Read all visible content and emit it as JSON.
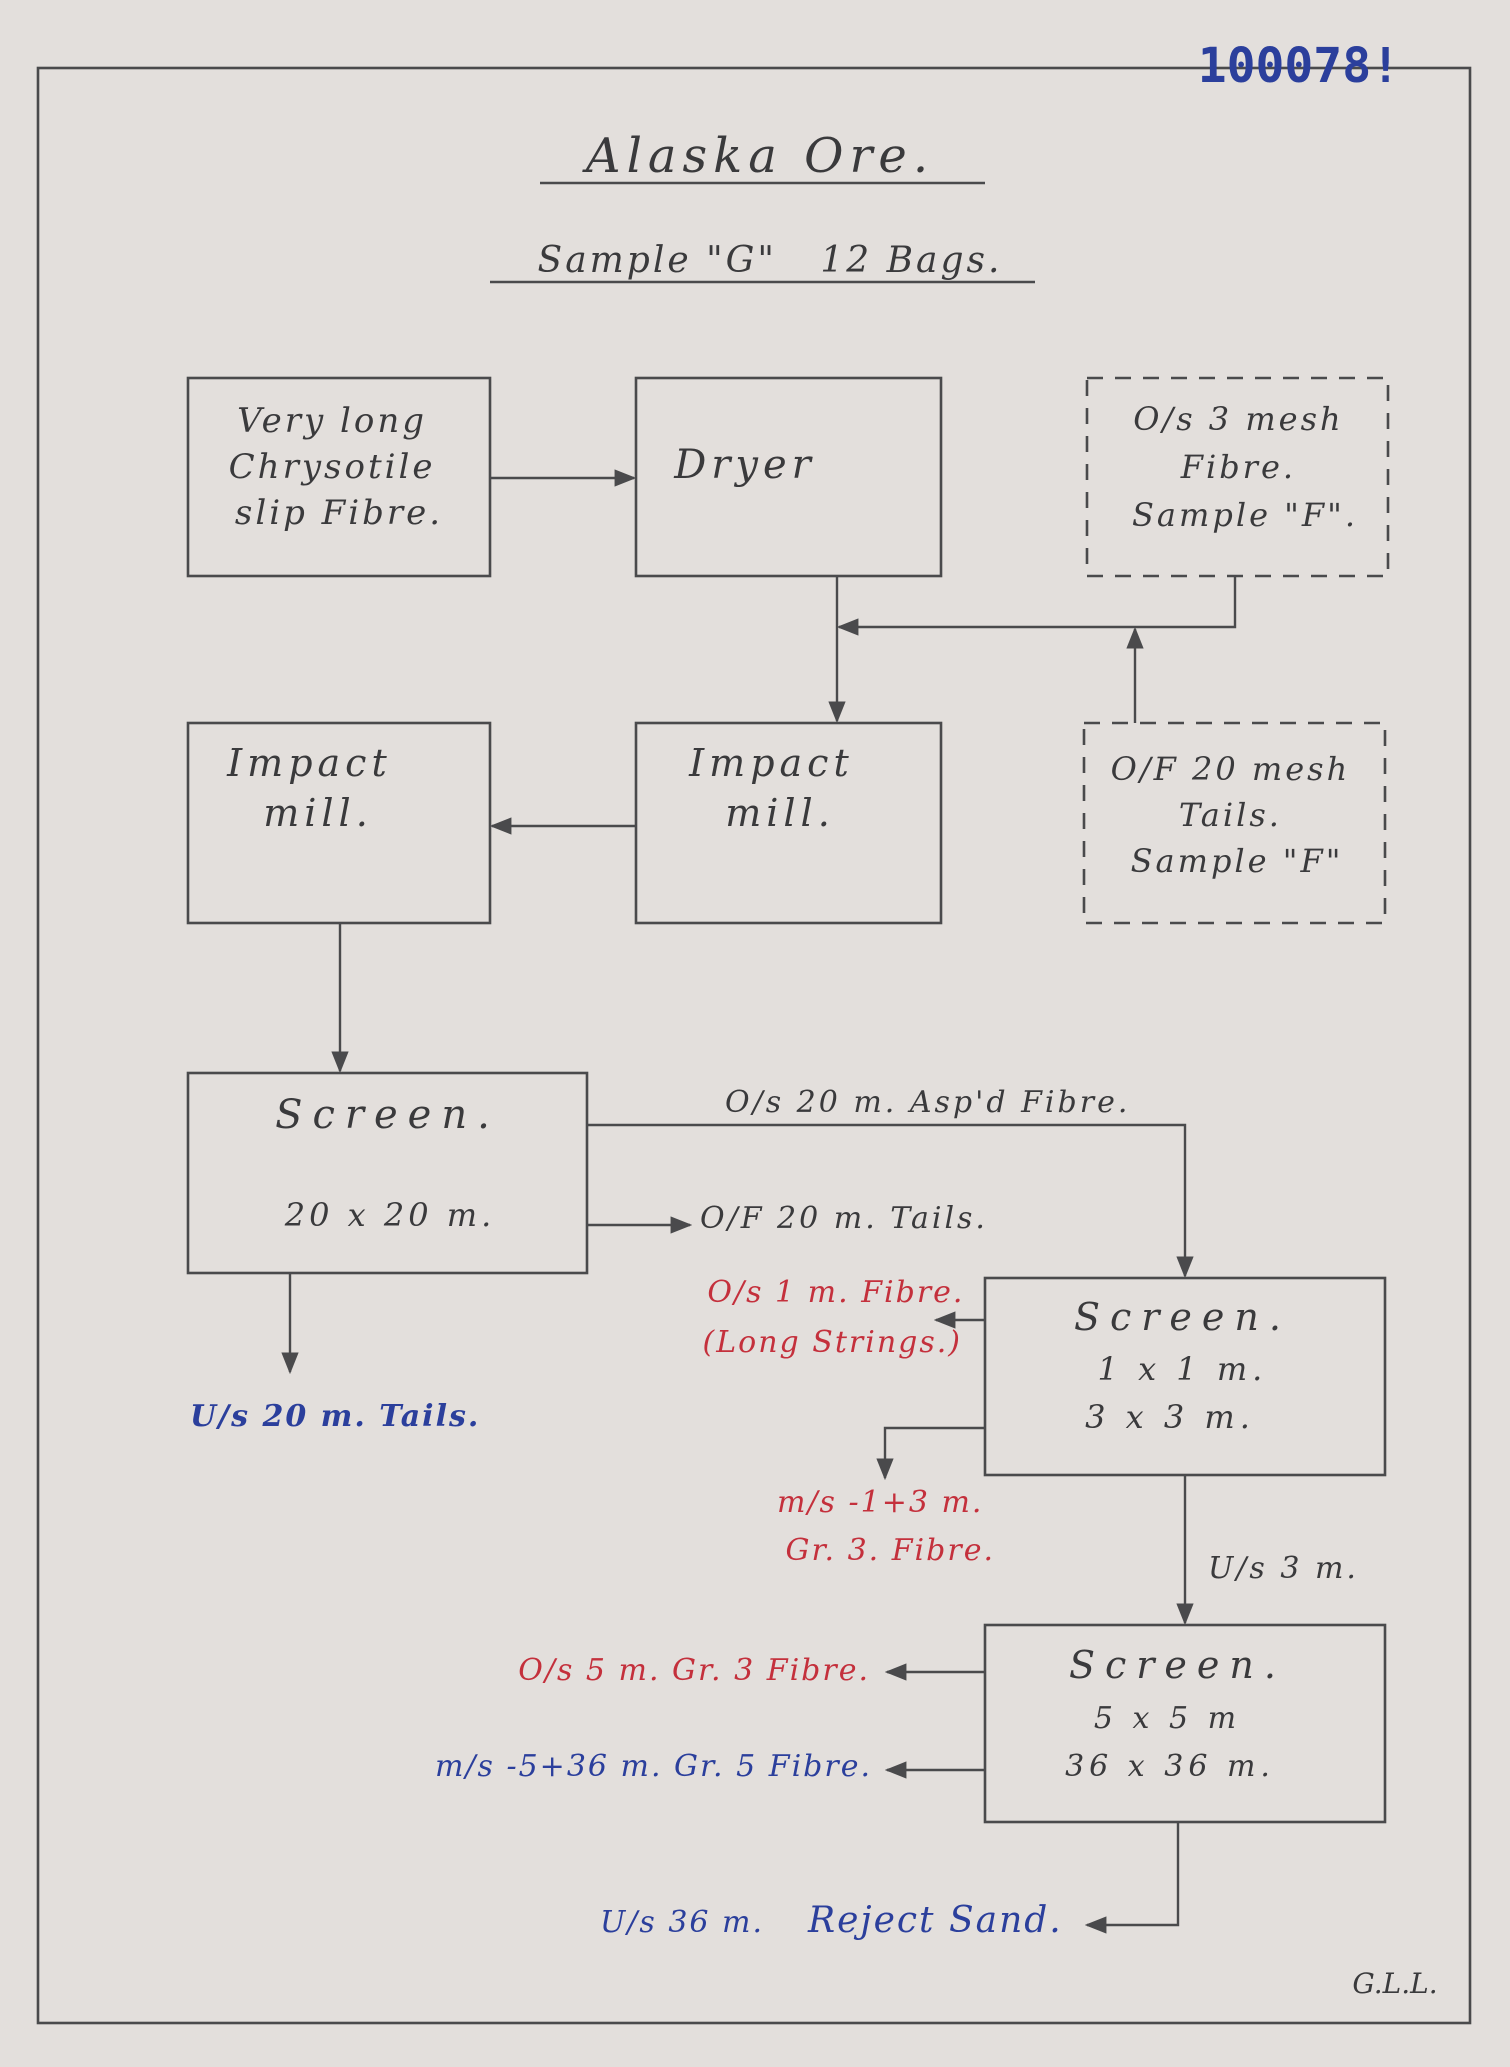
{
  "document_number": "100078!",
  "title": "Alaska Ore.",
  "subtitle": "Sample \"G\"   12 Bags.",
  "signature": "G.L.L.",
  "boxes": {
    "feed": [
      "Very long",
      "Chrysotile",
      "slip Fibre."
    ],
    "dryer": [
      "Dryer"
    ],
    "sample_f_fibre": [
      "O/s 3 mesh",
      "Fibre.",
      "Sample \"F\"."
    ],
    "impact_mill_1": [
      "Impact",
      "mill."
    ],
    "impact_mill_2": [
      "Impact",
      "mill."
    ],
    "sample_f_tails": [
      "O/F 20 mesh",
      "Tails.",
      "Sample \"F\""
    ],
    "screen_1": [
      "Screen.",
      "20 x 20 m."
    ],
    "screen_2": [
      "Screen.",
      "1 x 1 m.",
      "3 x 3 m."
    ],
    "screen_3": [
      "Screen.",
      "5 x 5 m",
      "36 x 36 m."
    ]
  },
  "labels": {
    "asp_fibre": "O/s 20 m. Asp'd Fibre.",
    "of_tails": "O/F 20 m. Tails.",
    "us_tails": "U/s 20 m. Tails.",
    "long_strings_1": "O/s 1 m. Fibre.",
    "long_strings_2": "(Long Strings.)",
    "gr3_fibre_1": "m/s -1+3 m.",
    "gr3_fibre_2": "Gr. 3. Fibre.",
    "us_3m": "U/s 3 m.",
    "os_5m": "O/s 5 m. Gr. 3 Fibre.",
    "ms_5_36": "m/s -5+36 m. Gr. 5 Fibre.",
    "reject_1": "U/s 36 m.",
    "reject_2": "Reject Sand."
  },
  "colors": {
    "paper": "#e3dfdc",
    "pencil": "#3a3a3c",
    "blue_ink": "#2b3f9c",
    "red_ink": "#c4303c"
  }
}
